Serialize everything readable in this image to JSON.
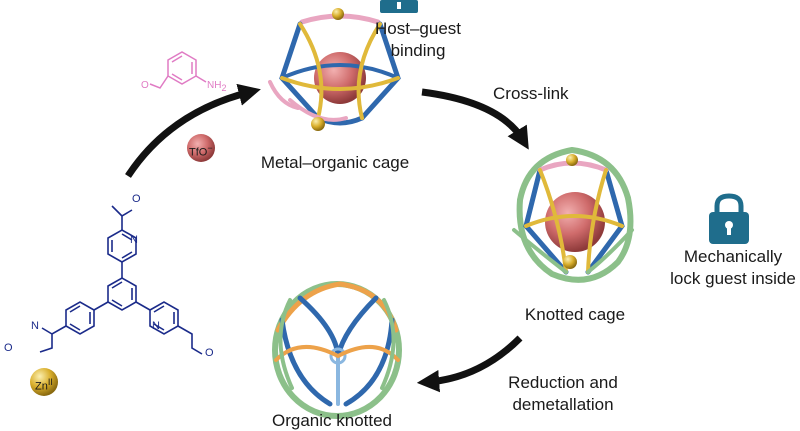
{
  "labels": {
    "host_guest": "Host–guest",
    "binding": "binding",
    "cross_link": "Cross-link",
    "metal_organic_cage": "Metal–organic cage",
    "knotted_cage": "Knotted cage",
    "mechanically": "Mechanically",
    "lock_guest_inside": "lock guest inside",
    "reduction_and": "Reduction and",
    "demetallation": "demetallation",
    "organic_knotted": "Organic knotted",
    "nh2": "NH",
    "nh2_sub": "2",
    "tfo": "TfO",
    "tfo_charge": "−",
    "zn": "Zn",
    "zn_sup": "II",
    "n": "N",
    "o": "O"
  },
  "colors": {
    "cage_blue": "#2f68ad",
    "cage_gold": "#e0b93a",
    "cage_pink": "#e9a6c1",
    "cage_green": "#8cc08a",
    "cage_orange": "#eda24a",
    "guest_red": "#cf6b6b",
    "lock_teal": "#1f6d8c",
    "molecule_navy": "#1b2b8a",
    "aniline_pink": "#e07bc4",
    "arrow": "#111111"
  }
}
